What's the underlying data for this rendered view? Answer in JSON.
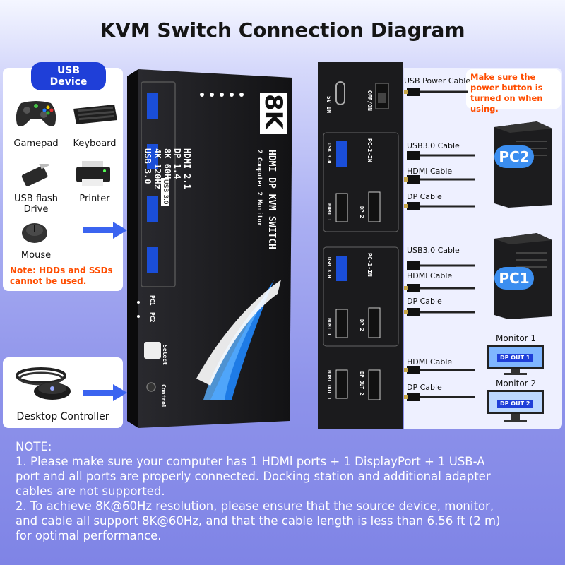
{
  "title": "KVM Switch Connection Diagram",
  "usb_device": {
    "badge": "USB Device",
    "items": [
      {
        "icon": "gamepad-icon",
        "label": "Gamepad"
      },
      {
        "icon": "keyboard-icon",
        "label": "Keyboard"
      },
      {
        "icon": "usb-flash-icon",
        "label": "USB flash Drive"
      },
      {
        "icon": "printer-icon",
        "label": "Printer"
      },
      {
        "icon": "mouse-icon",
        "label": "Mouse"
      }
    ],
    "note": "Note:  HDDs and SSDs cannot be used."
  },
  "controller": {
    "label": "Desktop Controller"
  },
  "front_panel": {
    "badge": "8K",
    "specs": [
      "HDMI 2.1",
      "DP 1.4",
      "8K 60Hz",
      "4K 120Hz",
      "USB 3.0"
    ],
    "usb_label": "USB 3.0",
    "product": "HDMI DP KVM SWITCH",
    "subtitle": "2 Computer 2 Monitor",
    "pc1": "PC1",
    "pc2": "PC2",
    "select": "Select",
    "control": "Control"
  },
  "rear_panel": {
    "power_in": "5V IN",
    "on_off": "OFF/ON",
    "pc2_in": "PC-2-IN",
    "pc1_in": "PC-1-IN",
    "usb30": "USB 3.0",
    "hdmi1": "HDMI 1",
    "dp2": "DP 2",
    "hdmi_out1": "HDMI OUT 1",
    "dp_out2": "DP OUT 2"
  },
  "cables": {
    "usb_power": "USB Power Cable",
    "usb30": "USB3.0 Cable",
    "hdmi": "HDMI Cable",
    "dp": "DP Cable"
  },
  "power_note": "Make sure the power button is turned on when using.",
  "pcs": {
    "pc2": "PC2",
    "pc1": "PC1"
  },
  "monitors": {
    "m1": "Monitor 1",
    "m1_screen": "DP OUT 1",
    "m2": "Monitor 2",
    "m2_screen": "DP OUT 2"
  },
  "colors": {
    "accent_blue": "#1f3fd8",
    "warning": "#ff4d00",
    "device": "#1a1a1c"
  },
  "notes": {
    "heading": "NOTE:",
    "lines": [
      "1. Please make sure your computer has 1 HDMl ports + 1 DisplayPort + 1 USB-A",
      "port and all ports are properly connected. Docking station and additional adapter",
      "cables are not supported.",
      "2. To achieve 8K@60Hz resolution, please ensure that the source device, monitor,",
      "and cable all support 8K@60Hz, and that the cable length is less than 6.56 ft (2 m)",
      "for optimal performance."
    ]
  }
}
